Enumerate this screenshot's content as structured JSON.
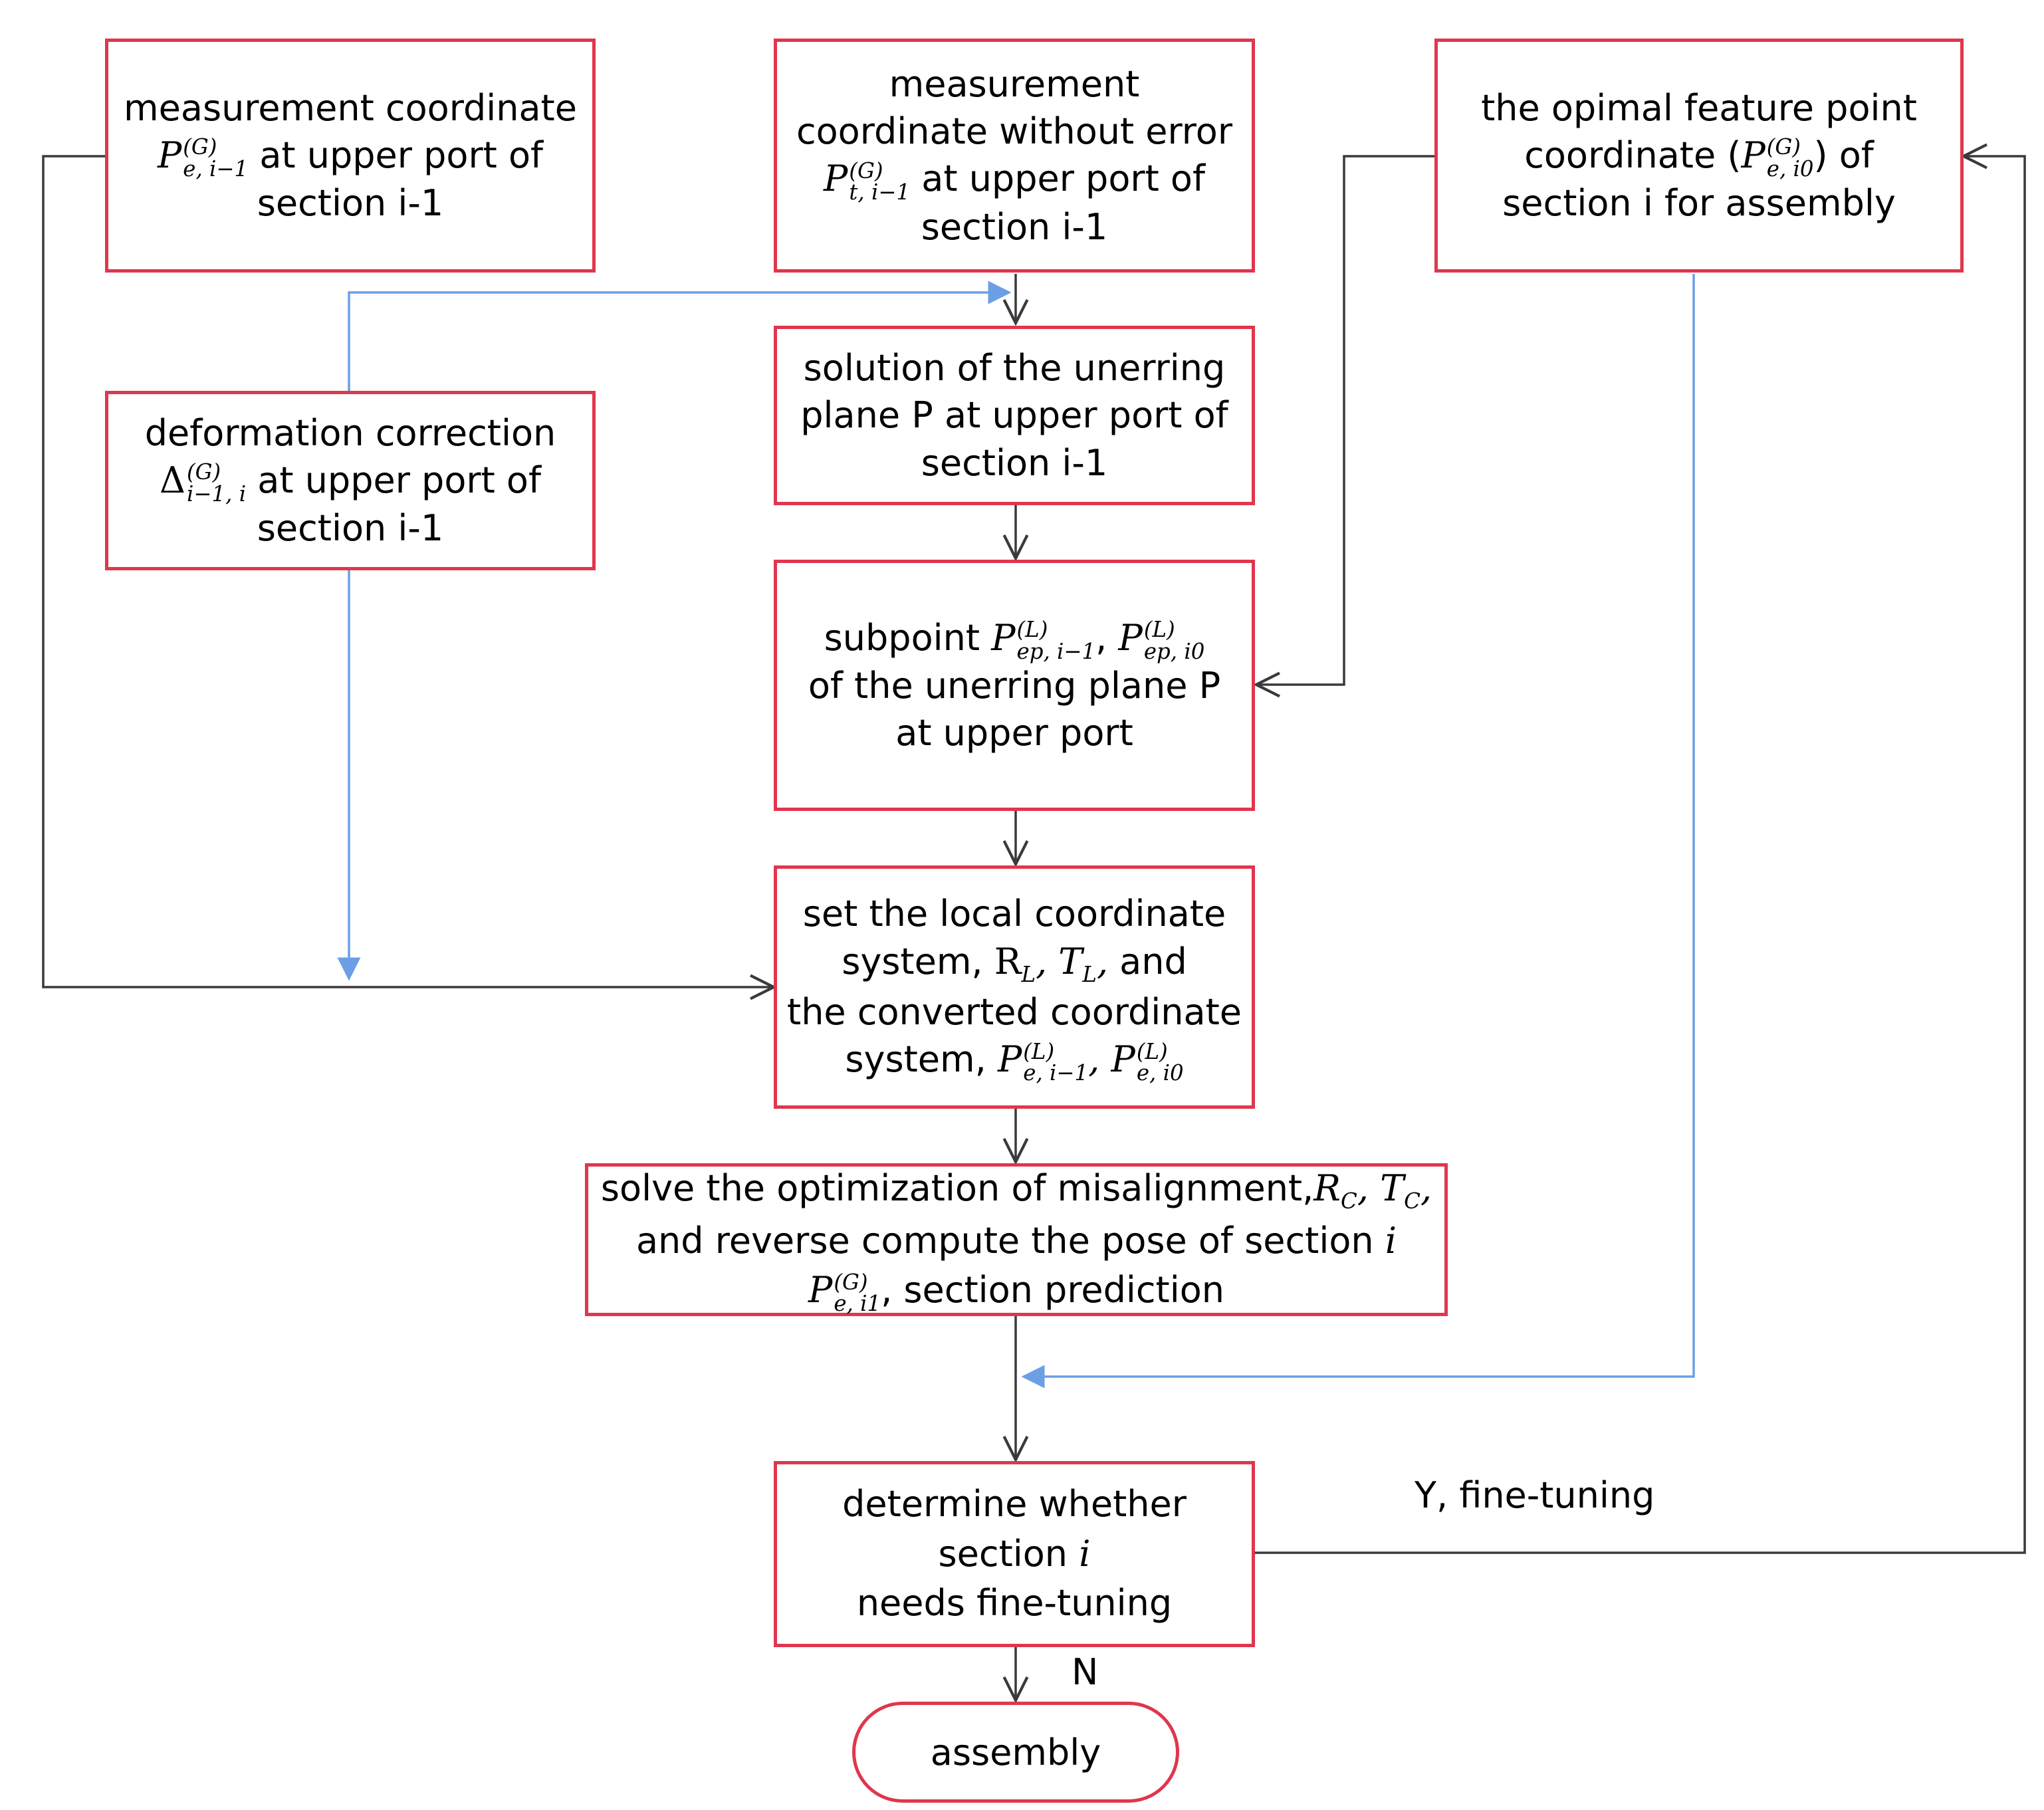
{
  "nodes": {
    "meas_coord": {
      "line1": "measurement coordinate",
      "math": {
        "base": "P",
        "sup": "(G)",
        "sub": "e, i−1"
      },
      "line2_text": " at upper port of",
      "line3": "section i-1"
    },
    "meas_no_error": {
      "line1": "measurement",
      "line2": "coordinate without error",
      "math": {
        "base": "P",
        "sup": "(G)",
        "sub": "t, i−1"
      },
      "line3_text": " at upper port of",
      "line4": "section i-1"
    },
    "optimal_feature": {
      "line1": "the opimal feature point",
      "line2_pre": "coordinate (",
      "math": {
        "base": "P",
        "sup": "(G)",
        "sub": "e, i0"
      },
      "line2_post": ") of",
      "line3": "section i for assembly"
    },
    "deformation": {
      "line1": "deformation correction",
      "math": {
        "base": "Δ",
        "sup": "(G)",
        "sub": "i−1, i"
      },
      "line2_text": " at upper port of",
      "line3": "section i-1"
    },
    "unerring_plane": {
      "line1": "solution of the unerring",
      "line2": "plane P at upper port of",
      "line3": "section i-1"
    },
    "subpoint": {
      "line1_text": "subpoint ",
      "math1": {
        "base": "P",
        "sup": "(L)",
        "sub": "ep, i−1"
      },
      "sep": ", ",
      "math2": {
        "base": "P",
        "sup": "(L)",
        "sub": "ep, i0"
      },
      "line2": "of the unerring plane P",
      "line3": "at upper port"
    },
    "local_coord": {
      "line1": "set the local coordinate",
      "line2_text": "system, ",
      "math_r": "R",
      "math_r_sub": "L",
      "math_t": "T",
      "math_t_sub": "L",
      "line2_post": " and",
      "line3": "the converted coordinate",
      "line4_text": "system, ",
      "math1": {
        "base": "P",
        "sup": "(L)",
        "sub": "e, i−1"
      },
      "math2": {
        "base": "P",
        "sup": "(L)",
        "sub": "e, i0"
      }
    },
    "optimization": {
      "line1_text": "solve the optimization of misalignment,",
      "math_r": "R",
      "math_r_sub": "C",
      "math_t": "T",
      "math_t_sub": "C",
      "line2_text": "and reverse compute the pose of section ",
      "line2_i": "i",
      "math": {
        "base": "P",
        "sup": "(G)",
        "sub": "e, i1"
      },
      "line3_text": ", section prediction"
    },
    "determine": {
      "line1": "determine whether",
      "line2_text": "section ",
      "line2_i": "i",
      "line3": "needs fine-tuning"
    },
    "assembly": {
      "label": "assembly"
    }
  },
  "edge_labels": {
    "yes": "Y, fine-tuning",
    "no": "N"
  },
  "colors": {
    "box_border": "#e0364e",
    "connector_dark": "#3a3a3a",
    "connector_blue": "#6b9fe6"
  }
}
